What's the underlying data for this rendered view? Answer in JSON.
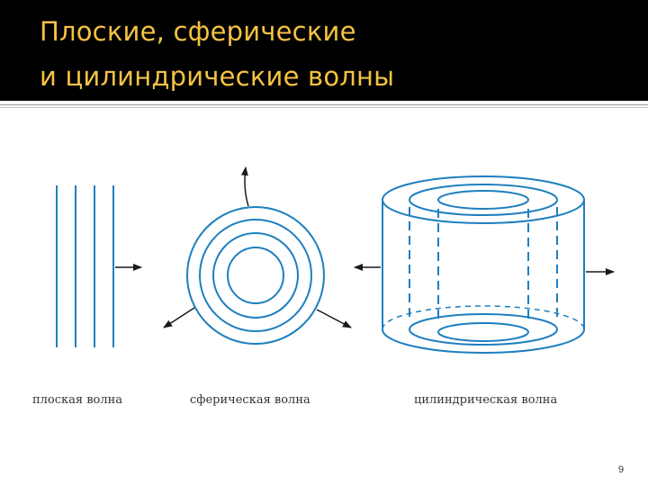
{
  "slide": {
    "title_lines": [
      "Плоские, сферические",
      "и цилиндрические волны"
    ],
    "page_number": "9"
  },
  "diagram": {
    "captions": {
      "plane": "плоская волна",
      "spherical": "сферическая волна",
      "cylindrical": "цилиндрическая волна"
    }
  },
  "colors": {
    "header_background": "#000000",
    "title_text": "#f5c243",
    "wave_lines": "#1e7fbf",
    "arrows": "#1a1a1a"
  }
}
